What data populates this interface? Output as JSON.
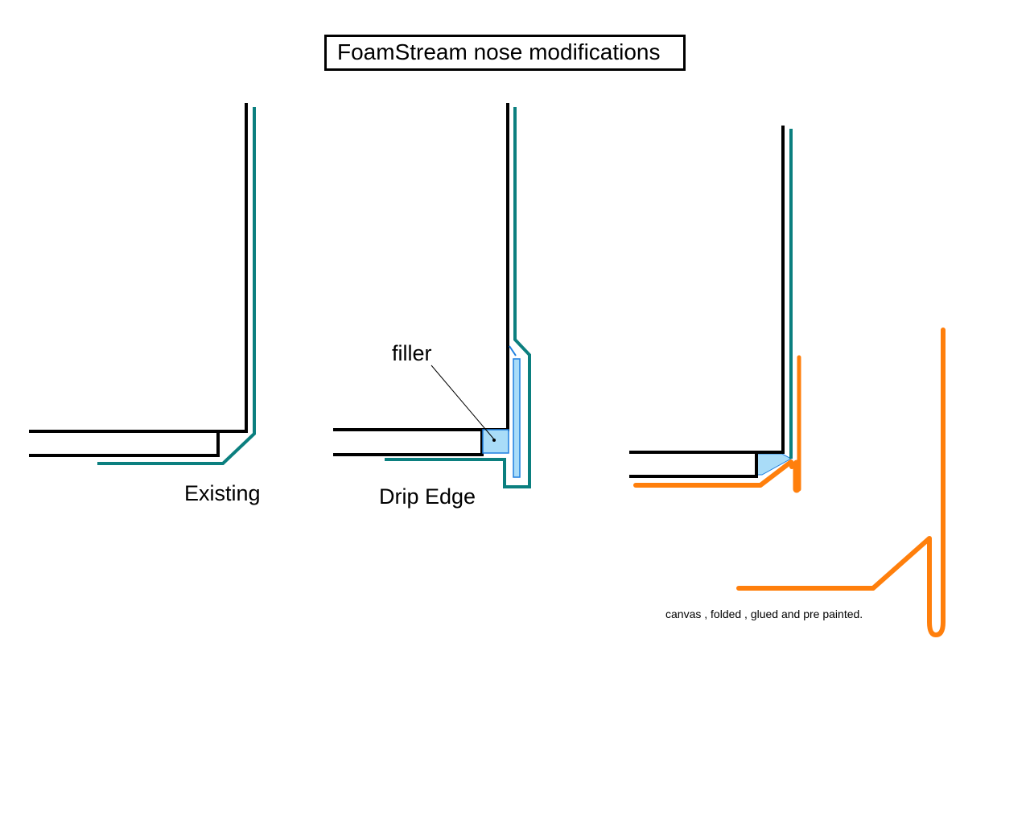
{
  "diagram": {
    "title": "FoamStream nose modifications",
    "labels": {
      "existing": "Existing",
      "drip_edge": "Drip Edge",
      "filler": "filler",
      "canvas_note": "canvas , folded , glued and pre painted."
    },
    "colors": {
      "structure": "#000000",
      "skin": "#0b7f7f",
      "filler_fill": "#a9dcf8",
      "filler_outline": "#1d7fe0",
      "canvas": "#ff7f0c"
    }
  }
}
